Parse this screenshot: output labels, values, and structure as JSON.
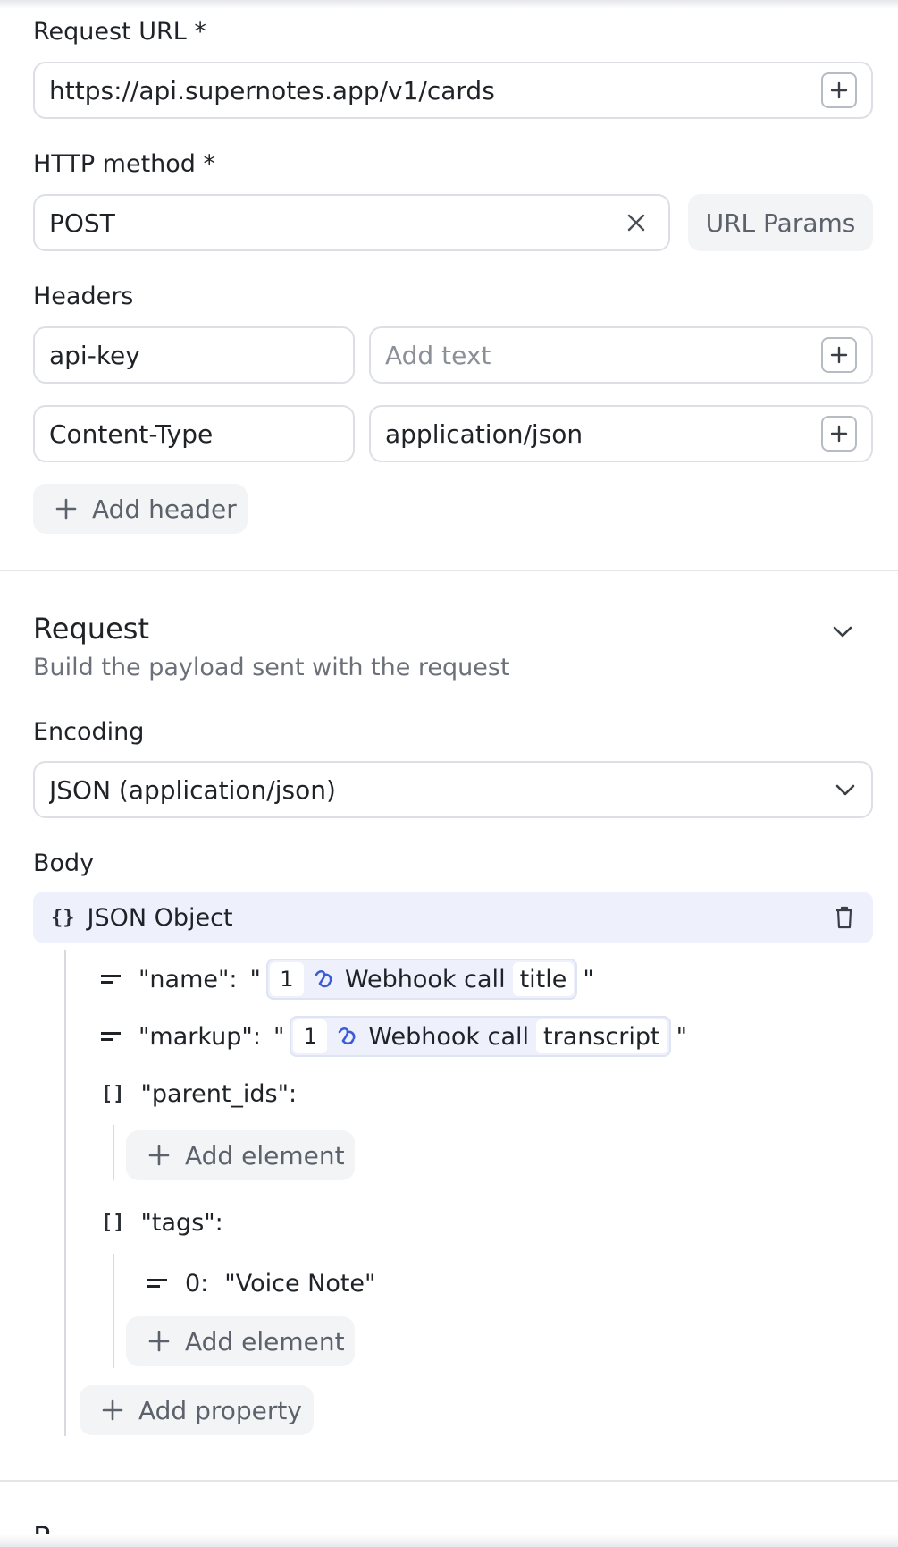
{
  "request_url": {
    "label": "Request URL *",
    "value": "https://api.supernotes.app/v1/cards"
  },
  "http_method": {
    "label": "HTTP method *",
    "value": "POST",
    "url_params_label": "URL Params"
  },
  "headers": {
    "label": "Headers",
    "rows": [
      {
        "key": "api-key",
        "value": "",
        "placeholder": "Add text"
      },
      {
        "key": "Content-Type",
        "value": "application/json",
        "placeholder": ""
      }
    ],
    "add_label": "Add header"
  },
  "request": {
    "title": "Request",
    "subtitle": "Build the payload sent with the request",
    "encoding_label": "Encoding",
    "encoding_value": "JSON (application/json)",
    "body_label": "Body",
    "json_object_label": "JSON Object",
    "properties": {
      "name": {
        "key": "\"name\":",
        "step": "1",
        "source": "Webhook call",
        "field": "title"
      },
      "markup": {
        "key": "\"markup\":",
        "step": "1",
        "source": "Webhook call",
        "field": "transcript"
      },
      "parent_ids": {
        "key": "\"parent_ids\":",
        "add_element": "Add element"
      },
      "tags": {
        "key": "\"tags\":",
        "item_index": "0:",
        "item_value": "\"Voice Note\"",
        "add_element": "Add element"
      }
    },
    "quote": "\"",
    "add_property": "Add property"
  },
  "next_section_fragment": "R",
  "colors": {
    "accent_blue": "#3b5bdb",
    "pill_bg": "#eef1fb",
    "border": "#dcdfe4"
  },
  "icons": [
    "plus-icon",
    "close-icon",
    "chevron-down-icon",
    "braces-icon",
    "trash-icon",
    "equals-icon",
    "brackets-icon",
    "webhook-icon"
  ]
}
